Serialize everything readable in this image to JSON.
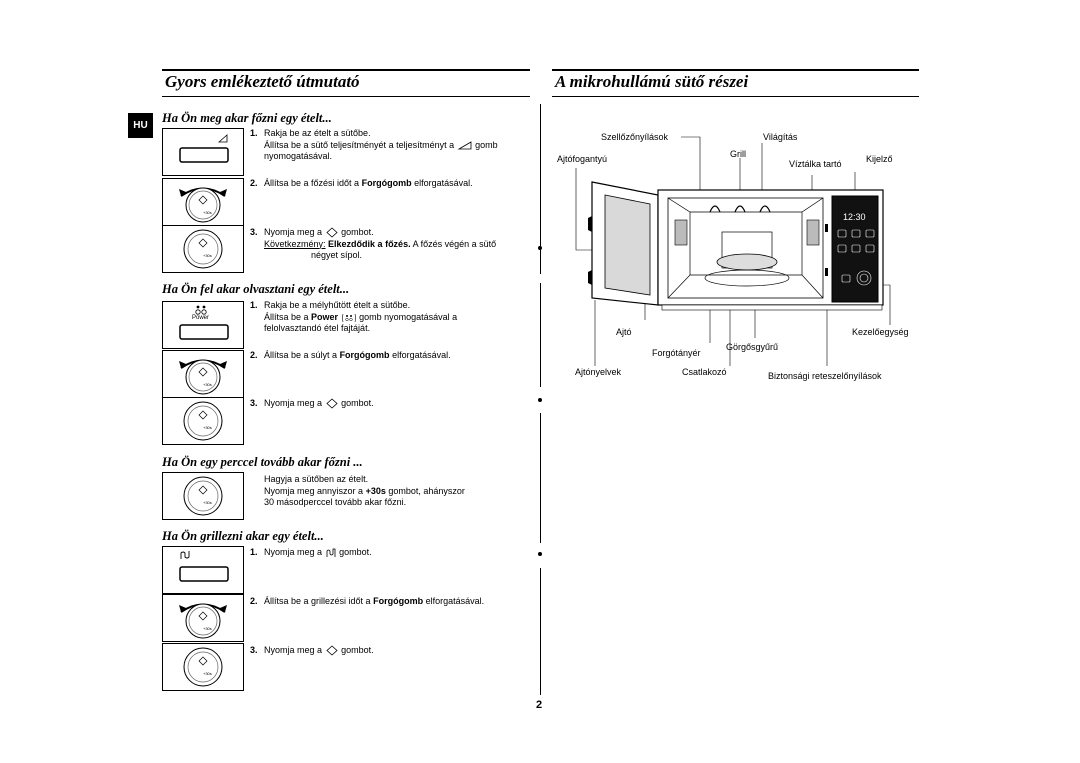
{
  "left": {
    "title": "Gyors emlékeztető útmutató",
    "lang_tab": "HU",
    "sections": [
      {
        "title": "Ha Ön meg akar főzni egy ételt...",
        "step1_num": "1.",
        "step1_a": "Rakja be az ételt a sütőbe.",
        "step1_b1": "Állítsa be a sütő teljesítményét a teljesítményt a",
        "step1_b2": "gomb",
        "step1_c": "nyomogatásával.",
        "step2_num": "2.",
        "step2_pre": "Állítsa be a főzési időt a",
        "step2_bold": "Forgógomb",
        "step2_post": "elforgatásával.",
        "step3_num": "3.",
        "step3_pre": "Nyomja meg a",
        "step3_post": "gombot.",
        "result_label": "Következmény:",
        "result_bold": "Elkezdődik a főzés.",
        "result_post": "A főzés végén a sütő",
        "result_line2": "négyet sípol."
      },
      {
        "title": "Ha Ön fel akar olvasztani egy ételt...",
        "power_icon_label": "Power",
        "step1_num": "1.",
        "step1_a": "Rakja be a mélyhűtött ételt a sütőbe.",
        "step1_b_pre": "Állítsa be a",
        "step1_b_bold": "Power",
        "step1_b_post": "gomb nyomogatásával a",
        "step1_c": "felolvasztandó étel fajtáját.",
        "step2_num": "2.",
        "step2_pre": "Állítsa be a súlyt a",
        "step2_bold": "Forgógomb",
        "step2_post": "elforgatásával.",
        "step3_num": "3.",
        "step3_pre": "Nyomja meg a",
        "step3_post": "gombot."
      },
      {
        "title": "Ha Ön egy perccel tovább akar főzni ...",
        "line1": "Hagyja a sütőben az ételt.",
        "line2_pre": "Nyomja meg annyiszor a",
        "line2_bold": "+30s",
        "line2_post": "gombot, ahányszor",
        "line3": "30 másodperccel tovább akar főzni."
      },
      {
        "title": "Ha Ön grillezni akar egy ételt...",
        "step1_num": "1.",
        "step1_pre": "Nyomja meg a",
        "step1_post": "gombot.",
        "step2_num": "2.",
        "step2_pre": "Állítsa be a grillezési időt a",
        "step2_bold": "Forgógomb",
        "step2_post": "elforgatásával.",
        "step3_num": "3.",
        "step3_pre": "Nyomja meg a",
        "step3_post": "gombot."
      }
    ],
    "dial_label": "+30s"
  },
  "right": {
    "title": "A mikrohullámú sütő részei",
    "display_text": "12:30",
    "labels": {
      "vents": "Szellőzőnyílások",
      "light": "Világítás",
      "grill": "Grill",
      "handle": "Ajtófogantyú",
      "tray": "Víztálka tartó",
      "display": "Kijelző",
      "door": "Ajtó",
      "control": "Kezelőegység",
      "roller": "Görgősgyűrű",
      "turntable": "Forgótányér",
      "hinges": "Ajtónyelvek",
      "coupler": "Csatlakozó",
      "safety": "Biztonsági reteszelőnyílások"
    }
  },
  "page_number": "2"
}
